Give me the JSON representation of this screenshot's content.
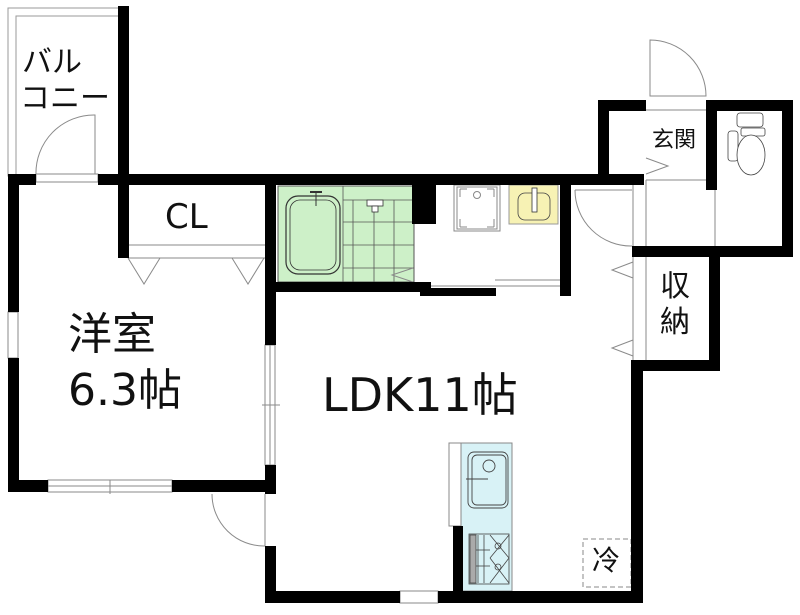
{
  "floorplan": {
    "colors": {
      "wall": "#000000",
      "thin_line": "#8a8a8a",
      "bath_fill": "#cdf0c8",
      "sink_fill": "#f7f2b4",
      "kitchen_fill": "#d8f2f6",
      "background": "#ffffff"
    },
    "rooms": {
      "balcony": {
        "line1": "バル",
        "line2": "コニー"
      },
      "closet": {
        "label": "CL"
      },
      "western_room": {
        "line1": "洋室",
        "line2": "6.3帖"
      },
      "ldk": {
        "label": "LDK11帖"
      },
      "entrance": {
        "label": "玄関"
      },
      "storage": {
        "line1": "収",
        "line2": "納"
      },
      "fridge": {
        "label": "冷"
      }
    }
  }
}
